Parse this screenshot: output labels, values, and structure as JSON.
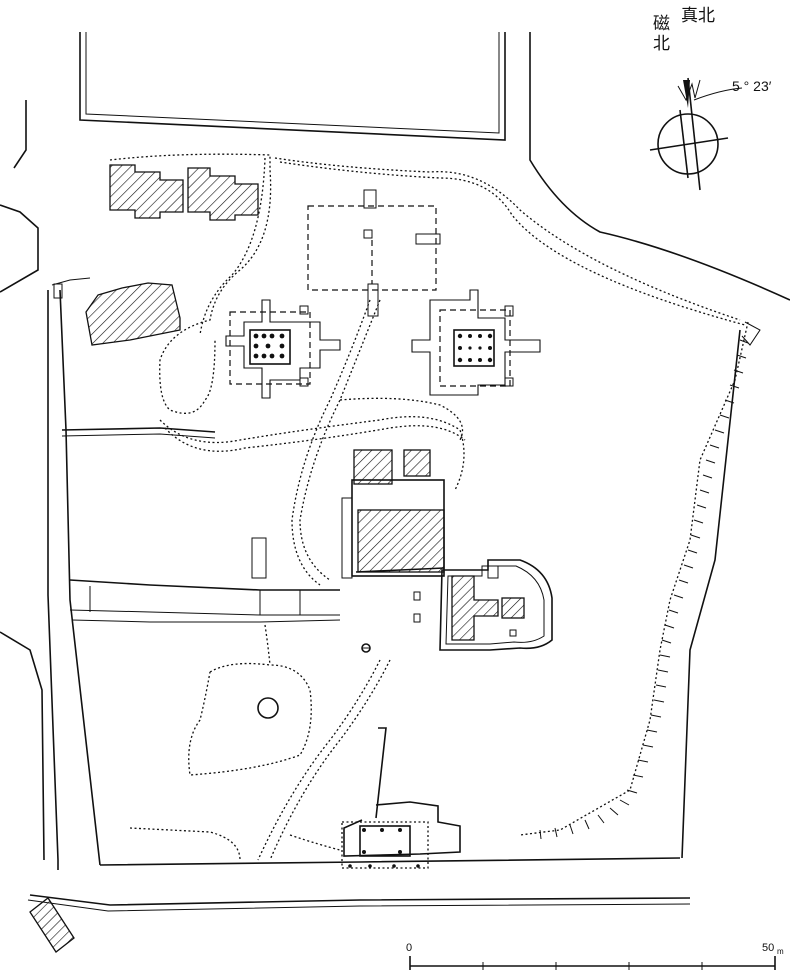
{
  "compass": {
    "true_north_label": "真北",
    "magnetic_north_label": "磁北",
    "declination": "5 ° 23′"
  },
  "scale_bar": {
    "start_label": "0",
    "end_label": "50",
    "unit": "m"
  }
}
